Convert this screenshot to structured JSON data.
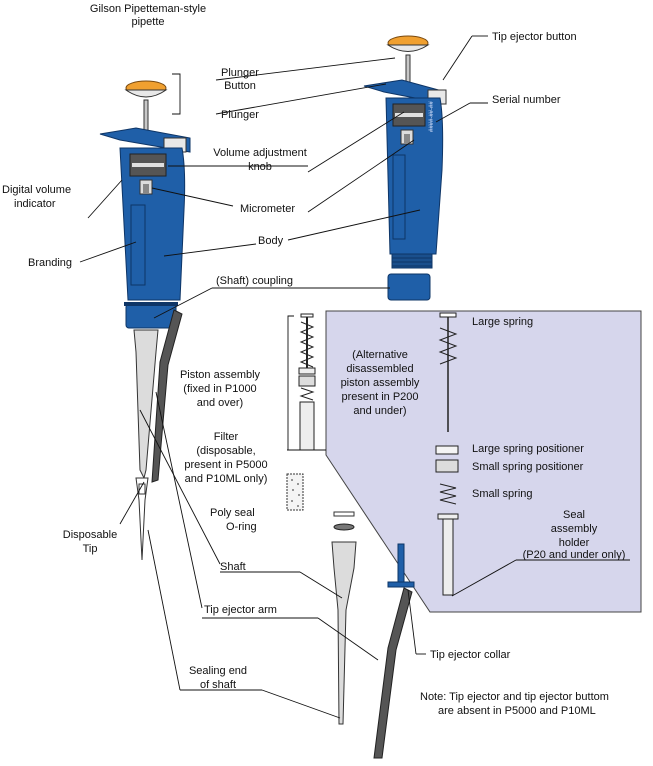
{
  "title_line1": "Gilson Pipetteman-style",
  "title_line2": "pipette",
  "labels": {
    "tip_ejector_button": "Tip ejector button",
    "plunger_button_1": "Plunger",
    "plunger_button_2": "Button",
    "plunger": "Plunger",
    "serial_number": "Serial number",
    "volume_knob_1": "Volume adjustment",
    "volume_knob_2": "knob",
    "digital_volume_1": "Digital volume",
    "digital_volume_2": "indicator",
    "micrometer": "Micrometer",
    "body": "Body",
    "branding": "Branding",
    "coupling": "(Shaft) coupling",
    "large_spring": "Large spring",
    "alt_piston_1": "(Alternative",
    "alt_piston_2": "disassembled",
    "alt_piston_3": "piston assembly",
    "alt_piston_4": "present in P200",
    "alt_piston_5": "and under)",
    "piston_assembly_1": "Piston assembly",
    "piston_assembly_2": "(fixed in P1000",
    "piston_assembly_3": "and over)",
    "large_spring_positioner": "Large spring positioner",
    "small_spring_positioner": "Small spring positioner",
    "filter_1": "Filter",
    "filter_2": "(disposable,",
    "filter_3": "present in P5000",
    "filter_4": "and P10ML only)",
    "small_spring": "Small spring",
    "poly_seal": "Poly seal",
    "o_ring": "O-ring",
    "seal_holder_1": "Seal",
    "seal_holder_2": "assembly",
    "seal_holder_3": "holder",
    "seal_holder_4": "(P20 and under only)",
    "disposable_tip_1": "Disposable",
    "disposable_tip_2": "Tip",
    "shaft": "Shaft",
    "tip_ejector_arm": "Tip ejector arm",
    "tip_ejector_collar": "Tip ejector collar",
    "sealing_end_1": "Sealing end",
    "sealing_end_2": "of shaft",
    "note_1": "Note: Tip ejector and tip ejector buttom",
    "note_2": "are absent in P5000 and P10ML",
    "serial_on_body": "####-##-##"
  },
  "colors": {
    "body_blue": "#1f5fa8",
    "button_orange": "#f0a030",
    "panel_lavender": "#d6d6ec"
  }
}
